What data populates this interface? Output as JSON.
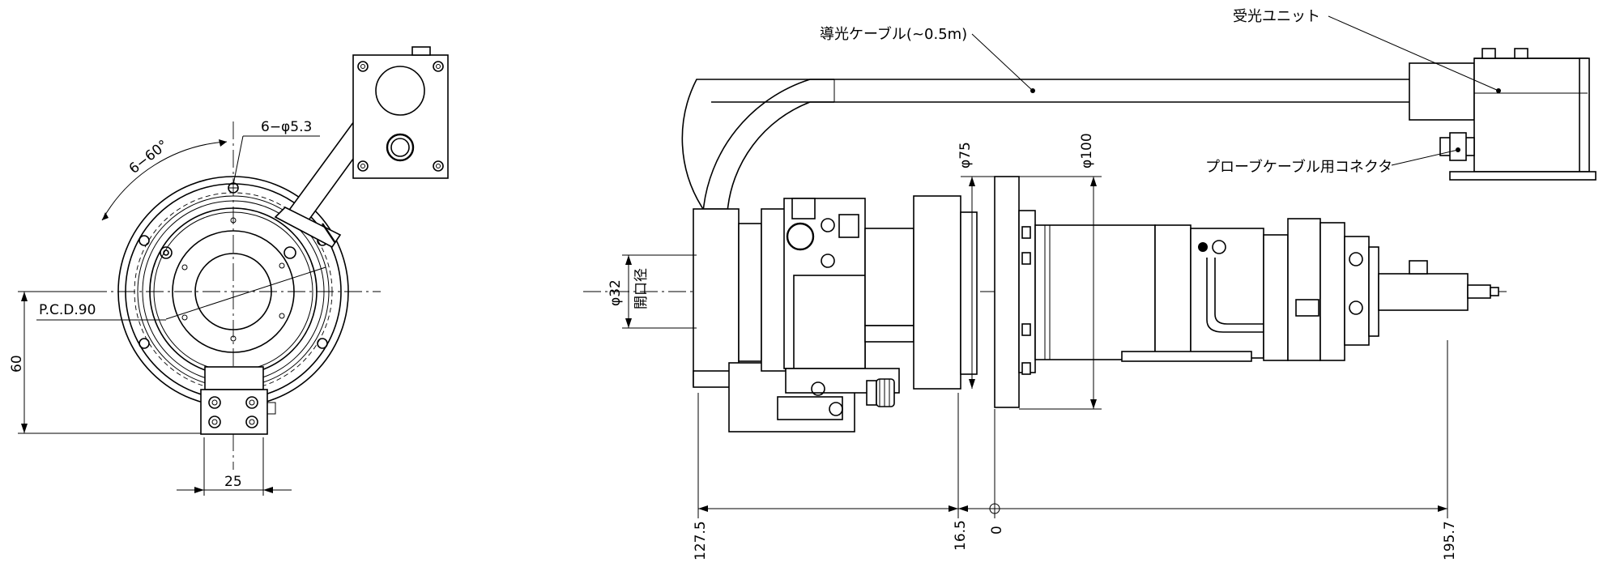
{
  "labels": {
    "light_guide_cable": "導光ケーブル(~0.5m)",
    "receiver_unit": "受光ユニット",
    "probe_connector": "プローブケーブル用コネクタ",
    "aperture_diameter": "φ32",
    "aperture_label": "開口径",
    "holes": "6−φ5.3",
    "angle": "6−60°",
    "pcd": "P.C.D.90"
  },
  "dimensions": {
    "d75": "φ75",
    "d100": "φ100",
    "height_60": "60",
    "width_25": "25",
    "x_neg127": "127.5",
    "x_neg16": "16.5",
    "x_zero": "0",
    "x_pos195": "195.7"
  }
}
